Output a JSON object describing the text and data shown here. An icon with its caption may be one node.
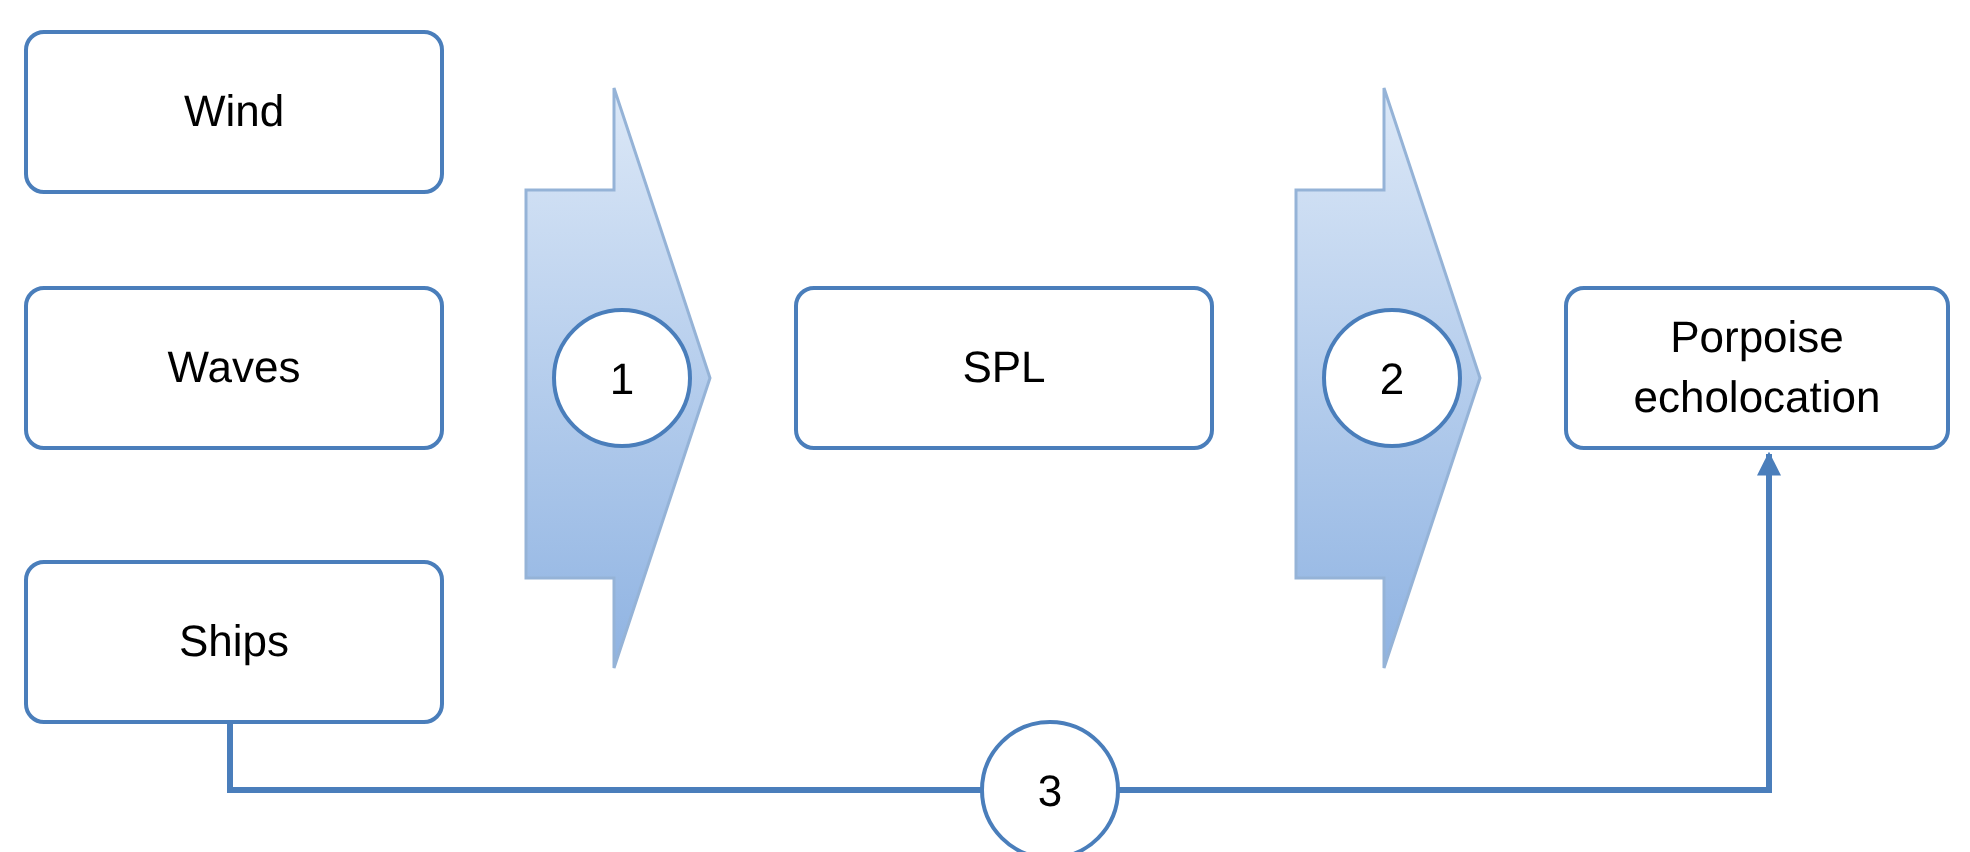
{
  "diagram": {
    "nodes": [
      {
        "text": [
          "Wind"
        ]
      },
      {
        "text": [
          "Waves"
        ]
      },
      {
        "text": [
          "Ships"
        ]
      },
      {
        "text": [
          "SPL"
        ]
      },
      {
        "text": [
          "Porpoise echolocation"
        ]
      }
    ],
    "edges": [
      {
        "from": 0,
        "to": 3,
        "arrow": "to",
        "style": "thick"
      },
      {
        "from": 1,
        "to": 3,
        "arrow": "to",
        "style": "thick",
        "label": "1"
      },
      {
        "from": 2,
        "to": 3,
        "arrow": "to",
        "style": "thick"
      },
      {
        "from": 3,
        "to": 4,
        "arrow": "to",
        "style": "thick",
        "label": "2"
      },
      {
        "from": 2,
        "to": 4,
        "arrow": "to",
        "label": "3"
      }
    ]
  }
}
